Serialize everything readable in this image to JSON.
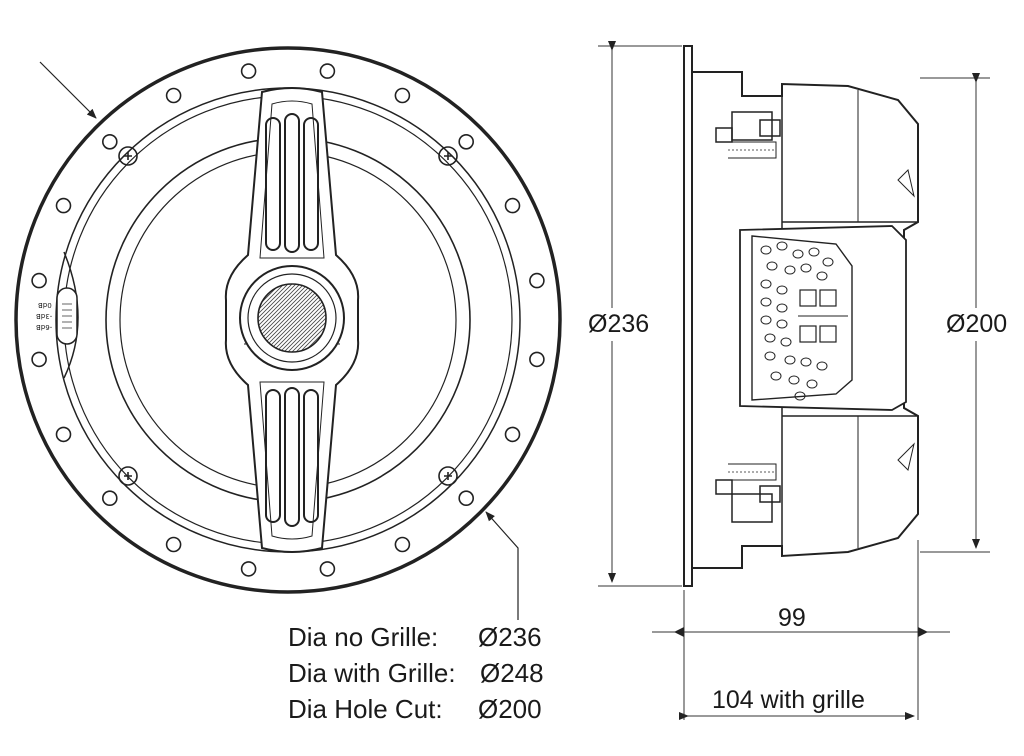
{
  "front_view": {
    "switch_labels": [
      "0dB",
      "-3dB",
      "-6dB"
    ]
  },
  "side_view": {
    "dim_overall_diameter": "Ø236",
    "dim_hole_diameter": "Ø200",
    "dim_depth": "99",
    "dim_depth_grille": "104 with grille"
  },
  "specs": [
    {
      "label": "Dia no Grille:",
      "value": "Ø236"
    },
    {
      "label": "Dia with Grille:",
      "value": "Ø248"
    },
    {
      "label": "Dia Hole Cut:",
      "value": "Ø200"
    }
  ]
}
